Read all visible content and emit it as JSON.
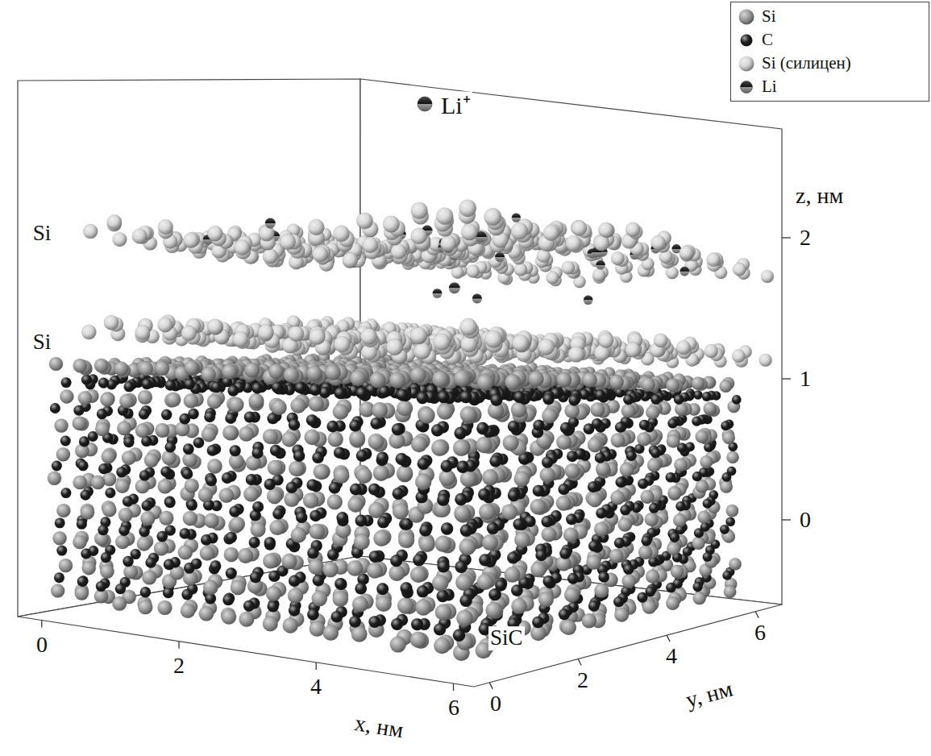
{
  "diagram": {
    "labels": [
      "Li⁺",
      "Si",
      "Si",
      "SiC",
      "z, нм",
      "2",
      "1",
      "0",
      "x, нм",
      "0",
      "2",
      "4",
      "6",
      "y, нм",
      "0",
      "2",
      "4",
      "6"
    ],
    "legend": [
      {
        "text": "Si",
        "color": "#9b9b9b"
      },
      {
        "text": "C",
        "color": "#1f1f1f"
      },
      {
        "text": "Si (силицен)",
        "color": "#d6d6d6"
      },
      {
        "text": "Li"
      }
    ]
  }
}
